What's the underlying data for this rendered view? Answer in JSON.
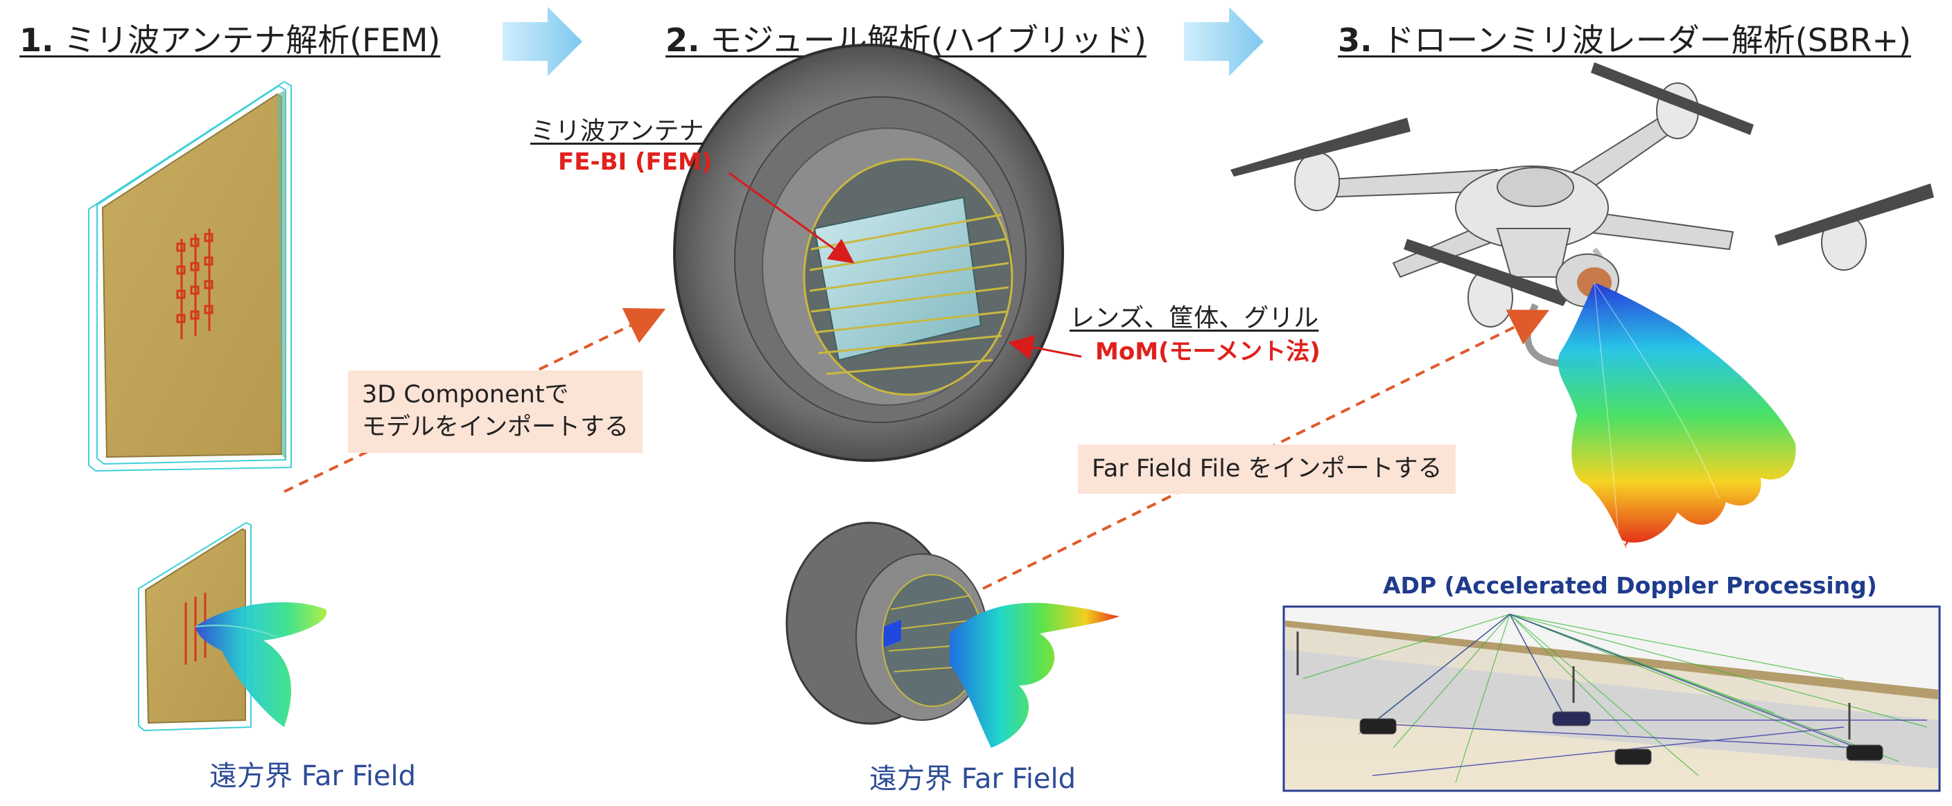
{
  "steps": [
    {
      "number": "1.",
      "title": "ミリ波アンテナ解析(FEM)"
    },
    {
      "number": "2.",
      "title": "モジュール解析(ハイブリッド)"
    },
    {
      "number": "3.",
      "title": "ドローンミリ波レーダー解析(SBR+)"
    }
  ],
  "callouts": {
    "component_line1": "3D Componentで",
    "component_line2": "モデルをインポートする",
    "farfield_file": "Far Field File をインポートする"
  },
  "labels": {
    "antenna": "ミリ波アンテナ",
    "antenna_method": "FE-BI (FEM)",
    "lens": "レンズ、筐体、グリル",
    "lens_method": "MoM(モーメント法)"
  },
  "farfield_caption": "遠方界 Far Field",
  "adp_title": "ADP (Accelerated Doppler Processing)",
  "colors": {
    "arrow": "#e05a2a",
    "chevron": "#a9dcf5",
    "red_text": "#e0201c",
    "caption": "#2e4b97",
    "adp_border": "#2a3f8f"
  }
}
